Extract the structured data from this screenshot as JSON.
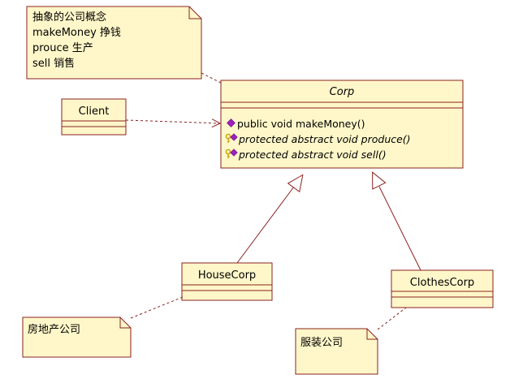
{
  "colors": {
    "fill": "#fff7c9",
    "stroke": "#8b2020",
    "line": "#8b2020",
    "public_icon": "#a020c0",
    "protected_key": "#c8a000"
  },
  "notes": {
    "concept": [
      "抽象的公司概念",
      "makeMoney 挣钱",
      "prouce 生产",
      "sell 销售"
    ],
    "house": "房地产公司",
    "clothes": "服装公司"
  },
  "classes": {
    "corp": {
      "name": "Corp",
      "abstract": true,
      "operations": [
        {
          "visibility": "public",
          "text": "public void makeMoney()",
          "abstract": false
        },
        {
          "visibility": "protected",
          "text": "protected abstract void produce()",
          "abstract": true
        },
        {
          "visibility": "protected",
          "text": "protected abstract void sell()",
          "abstract": true
        }
      ]
    },
    "client": {
      "name": "Client"
    },
    "house_corp": {
      "name": "HouseCorp"
    },
    "clothes_corp": {
      "name": "ClothesCorp"
    }
  }
}
